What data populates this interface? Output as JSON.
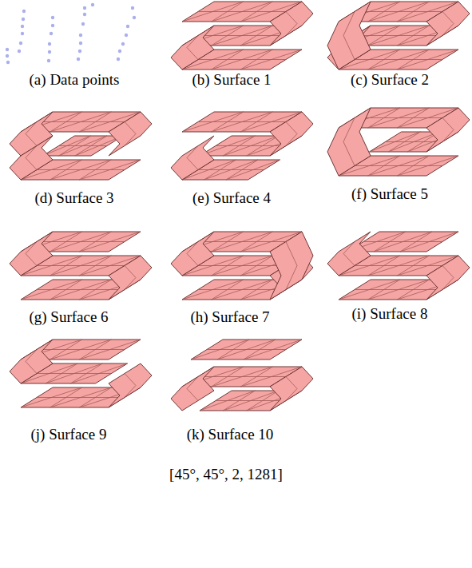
{
  "diagram": {
    "labels": [
      "(a) Data points",
      "(b) Surface 1",
      "(c) Surface 2",
      "(d) Surface 3",
      "(e) Surface 4",
      "(f) Surface 5",
      "(g) Surface 6",
      "(h) Surface 7",
      "(i) Surface 8",
      "(j) Surface 9",
      "(k) Surface 10",
      "[45°, 45°, 2, 1281]"
    ]
  }
}
